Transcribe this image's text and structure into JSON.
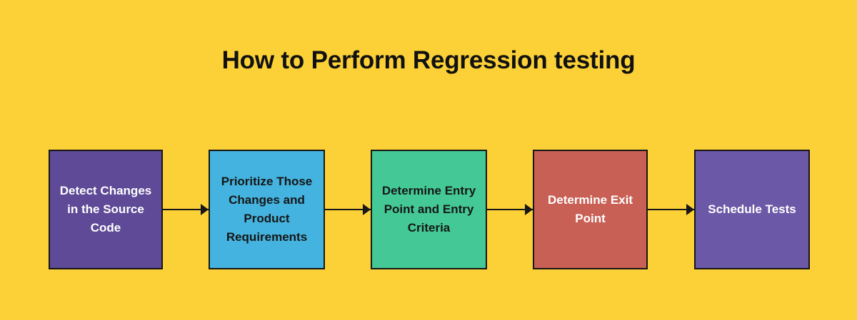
{
  "diagram": {
    "title": "How to Perform Regression testing",
    "background_color": "#FCD138",
    "type": "horizontal-process-flow",
    "nodes": [
      {
        "id": "detect-changes",
        "label": "Detect Changes in the Source Code",
        "fill_color": "#5E4A96",
        "text_color": "#FFFFFF",
        "border_color": "#161616",
        "order": 1
      },
      {
        "id": "prioritize-changes",
        "label": "Prioritize Those Changes and Product Requirements",
        "fill_color": "#44B3DF",
        "text_color": "#161616",
        "border_color": "#161616",
        "order": 2
      },
      {
        "id": "determine-entry-point",
        "label": "Determine Entry Point and Entry Criteria",
        "fill_color": "#44C996",
        "text_color": "#161616",
        "border_color": "#161616",
        "order": 3
      },
      {
        "id": "determine-exit-point",
        "label": "Determine Exit Point",
        "fill_color": "#C86055",
        "text_color": "#FFFFFF",
        "border_color": "#161616",
        "order": 4
      },
      {
        "id": "schedule-tests",
        "label": "Schedule Tests",
        "fill_color": "#6B58A6",
        "text_color": "#FFFFFF",
        "border_color": "#161616",
        "order": 5
      }
    ],
    "connectors": [
      {
        "id": "arrow-1",
        "from": "detect-changes",
        "to": "prioritize-changes",
        "icon": "arrow-right-icon"
      },
      {
        "id": "arrow-2",
        "from": "prioritize-changes",
        "to": "determine-entry-point",
        "icon": "arrow-right-icon"
      },
      {
        "id": "arrow-3",
        "from": "determine-entry-point",
        "to": "determine-exit-point",
        "icon": "arrow-right-icon"
      },
      {
        "id": "arrow-4",
        "from": "determine-exit-point",
        "to": "schedule-tests",
        "icon": "arrow-right-icon"
      }
    ]
  }
}
